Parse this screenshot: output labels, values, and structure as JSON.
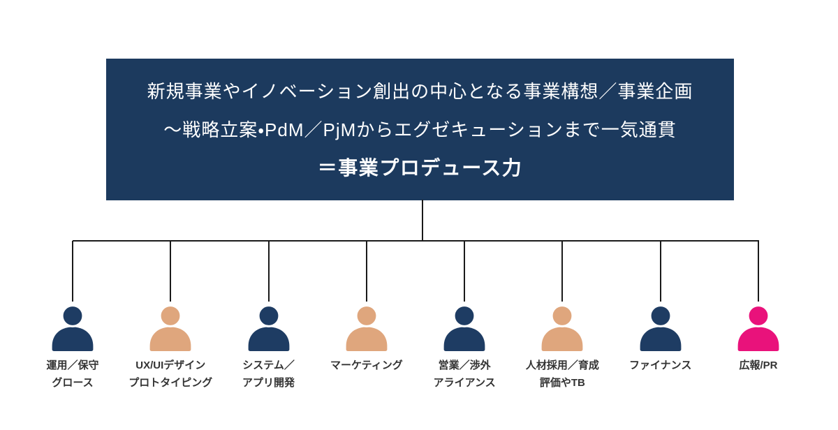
{
  "hero": {
    "line1": "新規事業やイノベーション創出の中心となる事業構想／事業企画",
    "line2": "～戦略立案・PdM／PjMからエグゼキューションまで一気通貫",
    "line3": "＝事業プロデュース力",
    "bg_color": "#1c3a5e",
    "text_color": "#ffffff"
  },
  "connector_color": "#1a1a1a",
  "icons": {
    "member": "person-silhouette"
  },
  "colors": {
    "navy": "#1e3c63",
    "tan": "#dfa67d",
    "pink": "#e9127b",
    "label_text": "#333333"
  },
  "members": [
    {
      "label_lines": [
        "運用／保守",
        "グロース"
      ],
      "color": "#1e3c63"
    },
    {
      "label_lines": [
        "UX/UIデザイン",
        "プロトタイピング"
      ],
      "color": "#dfa67d"
    },
    {
      "label_lines": [
        "システム／",
        "アプリ開発"
      ],
      "color": "#1e3c63"
    },
    {
      "label_lines": [
        "マーケティング"
      ],
      "color": "#dfa67d"
    },
    {
      "label_lines": [
        "営業／渉外",
        "アライアンス"
      ],
      "color": "#1e3c63"
    },
    {
      "label_lines": [
        "人材採用／育成",
        "評価やTB"
      ],
      "color": "#dfa67d"
    },
    {
      "label_lines": [
        "ファイナンス"
      ],
      "color": "#1e3c63"
    },
    {
      "label_lines": [
        "広報/PR"
      ],
      "color": "#e9127b"
    }
  ]
}
